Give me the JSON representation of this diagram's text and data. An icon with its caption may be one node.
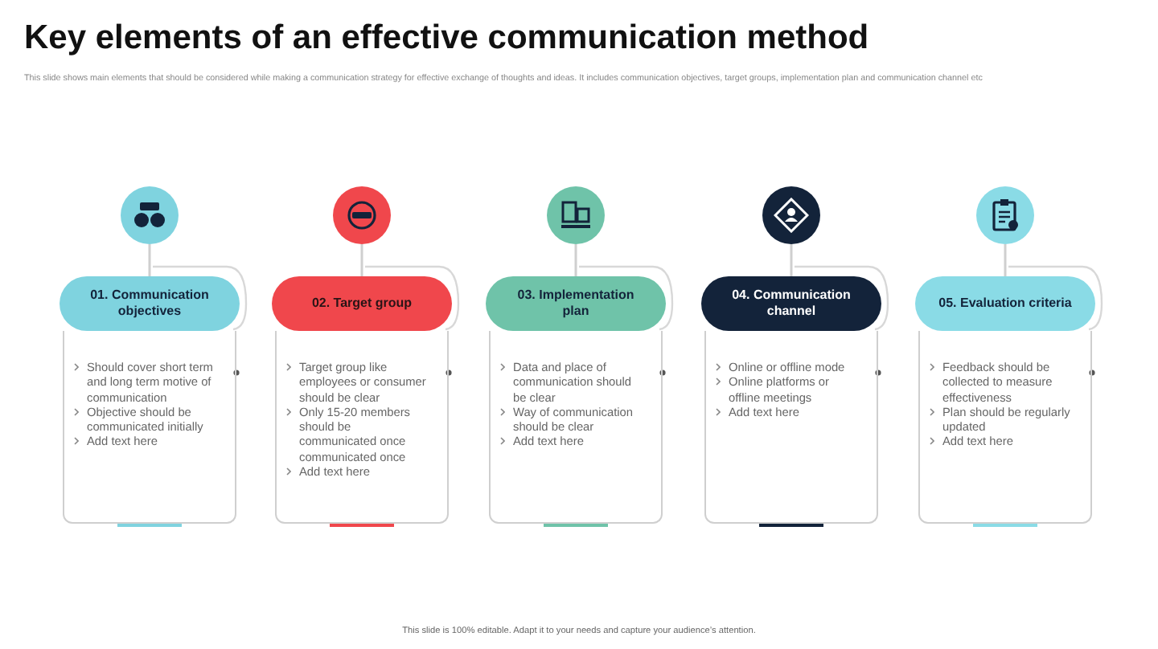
{
  "diagram": {
    "title": "Key elements of an effective communication method",
    "nodes": [
      {
        "text": [],
        "shape": "circle"
      },
      {
        "text": [
          "01. Communication objectives"
        ]
      },
      {
        "text": [
          "Should cover short term and long term motive of communication",
          "Objective should be communicated initially",
          "Add text here"
        ]
      },
      {
        "text": [],
        "shape": "circle"
      },
      {
        "text": [
          "02. Target group"
        ]
      },
      {
        "text": [
          "Target group like employees or consumer should be clear",
          "Only 15-20 members should be communicated once communicated once",
          "Add text here"
        ]
      },
      {
        "text": [],
        "shape": "circle"
      },
      {
        "text": [
          "03. Implementation plan"
        ]
      },
      {
        "text": [
          "Data and place of communication should be clear",
          "Way of communication should be clear",
          "Add text here"
        ]
      },
      {
        "text": [],
        "shape": "circle"
      },
      {
        "text": [
          "04. Communication channel"
        ]
      },
      {
        "text": [
          "Online or offline mode",
          "Online platforms or offline meetings",
          "Add text here"
        ]
      },
      {
        "text": [],
        "shape": "circle"
      },
      {
        "text": [
          "05. Evaluation criteria"
        ]
      },
      {
        "text": [
          "Feedback should be collected to measure effectiveness",
          "Plan should be regularly updated",
          "Add text here"
        ]
      }
    ],
    "edges": [
      {
        "from": 0,
        "to": 1,
        "arrow": "none"
      },
      {
        "from": 3,
        "to": 4,
        "arrow": "none"
      },
      {
        "from": 6,
        "to": 7,
        "arrow": "none"
      },
      {
        "from": 9,
        "to": 10,
        "arrow": "none"
      },
      {
        "from": 12,
        "to": 13,
        "arrow": "none"
      }
    ],
    "labels": [
      "This slide shows main elements that should be considered while making a communication strategy for effective exchange of thoughts and ideas. It includes communication objectives, target groups, implementation plan and communication channel etc",
      "This slide is 100% editable. Adapt it to your needs and capture your audience’s attention."
    ]
  }
}
